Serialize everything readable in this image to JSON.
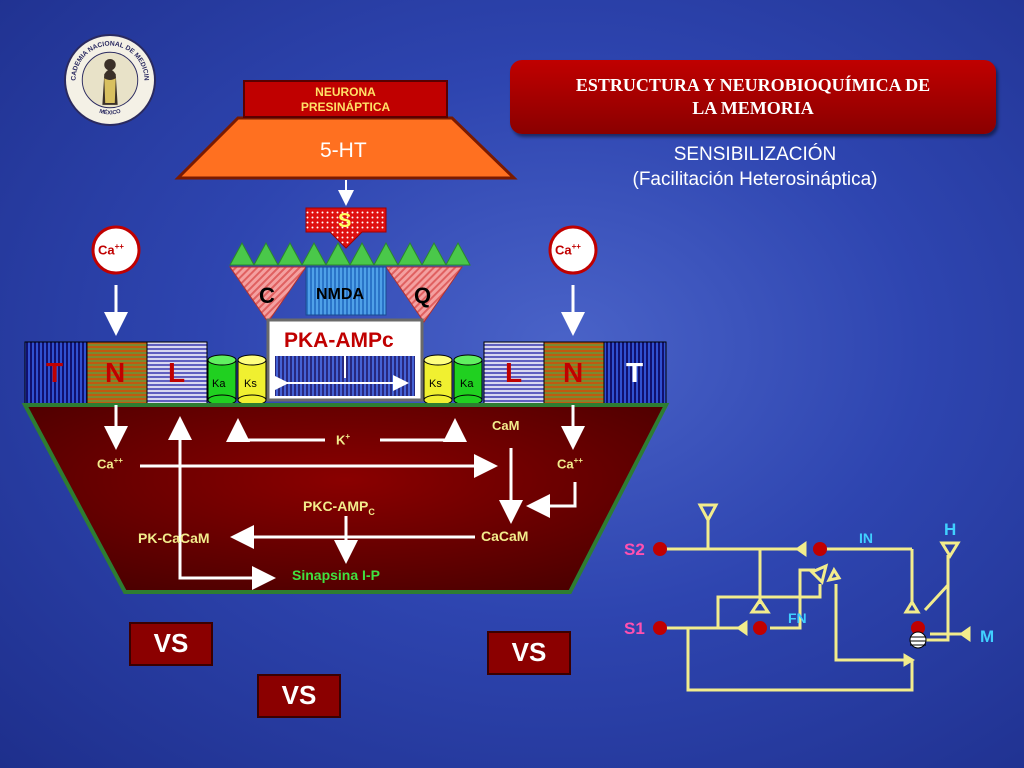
{
  "logo": {
    "ring_text": "ACADEMIA NACIONAL DE MEDICINA",
    "bottom_text": "MÉXICO"
  },
  "title": {
    "line1": "ESTRUCTURA Y NEUROBIOQUÍMICA DE",
    "line2": "LA MEMORIA"
  },
  "subtitle": {
    "line1": "SENSIBILIZACIÓN",
    "line2": "(Facilitación Heterosináptica)"
  },
  "presynaptic": {
    "line1": "NEURONA",
    "line2": "PRESINÁPTICA",
    "transmitter": "5-HT"
  },
  "receptor": {
    "s": "S",
    "c": "C",
    "q": "Q",
    "nmda": "NMDA",
    "pka": "PKA-AMPc"
  },
  "channels": {
    "t": "T",
    "n": "N",
    "l": "L",
    "ka": "Ka",
    "ks": "Ks"
  },
  "calcium": {
    "label": "Ca",
    "charge": "++"
  },
  "cytosol": {
    "k": "K",
    "k_charge": "+",
    "cam": "CaM",
    "pkc": "PKC-AMP",
    "pkc_sub": "C",
    "cacam": "CaCaM",
    "pkcacam": "PK-CaCaM",
    "sinapsina": "Sinapsina I-P"
  },
  "vs": [
    "VS",
    "VS",
    "VS"
  ],
  "circuit": {
    "s2": "S2",
    "s1": "S1",
    "in": "IN",
    "fn": "FN",
    "h": "H",
    "m": "M"
  },
  "colors": {
    "accent_red": "#c00000",
    "circuit_line": "#f2ec8c",
    "cytosol": "#6a0000",
    "border_green": "#2e7d32"
  }
}
